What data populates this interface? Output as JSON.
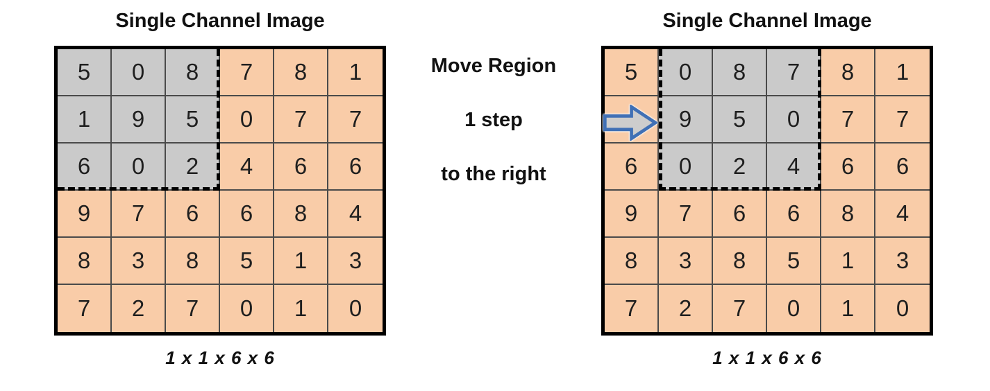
{
  "left_figure": {
    "title": "Single Channel Image",
    "caption": "1 x 1 x 6 x 6",
    "grid": {
      "rows": 6,
      "cols": 6,
      "values": [
        [
          5,
          0,
          8,
          7,
          8,
          1
        ],
        [
          1,
          9,
          5,
          0,
          7,
          7
        ],
        [
          6,
          0,
          2,
          4,
          6,
          6
        ],
        [
          9,
          7,
          6,
          6,
          8,
          4
        ],
        [
          8,
          3,
          8,
          5,
          1,
          3
        ],
        [
          7,
          2,
          7,
          0,
          1,
          0
        ]
      ],
      "region": {
        "row": 0,
        "col": 0,
        "rows": 3,
        "cols": 3
      }
    }
  },
  "middle": {
    "lines": [
      "Move Region",
      "1 step",
      "to the right"
    ]
  },
  "right_figure": {
    "title": "Single Channel Image",
    "caption": "1 x 1 x 6 x 6",
    "grid": {
      "rows": 6,
      "cols": 6,
      "values": [
        [
          5,
          0,
          8,
          7,
          8,
          1
        ],
        [
          "",
          9,
          5,
          0,
          7,
          7
        ],
        [
          6,
          0,
          2,
          4,
          6,
          6
        ],
        [
          9,
          7,
          6,
          6,
          8,
          4
        ],
        [
          8,
          3,
          8,
          5,
          1,
          3
        ],
        [
          7,
          2,
          7,
          0,
          1,
          0
        ]
      ],
      "region": {
        "row": 0,
        "col": 1,
        "rows": 3,
        "cols": 3
      },
      "arrow_cell": {
        "row": 1,
        "col": 0
      }
    }
  },
  "colors": {
    "background": "#FFFFFF",
    "image_cell": "#F9CCA8",
    "region_cell": "#CACACA",
    "grid_border": "#000000",
    "grid_line": "#4A4A4A",
    "region_dash": "#000000",
    "number_text": "#1F1F1F",
    "arrow_fill": "#CDCDCD",
    "arrow_stroke": "#4070B5"
  }
}
